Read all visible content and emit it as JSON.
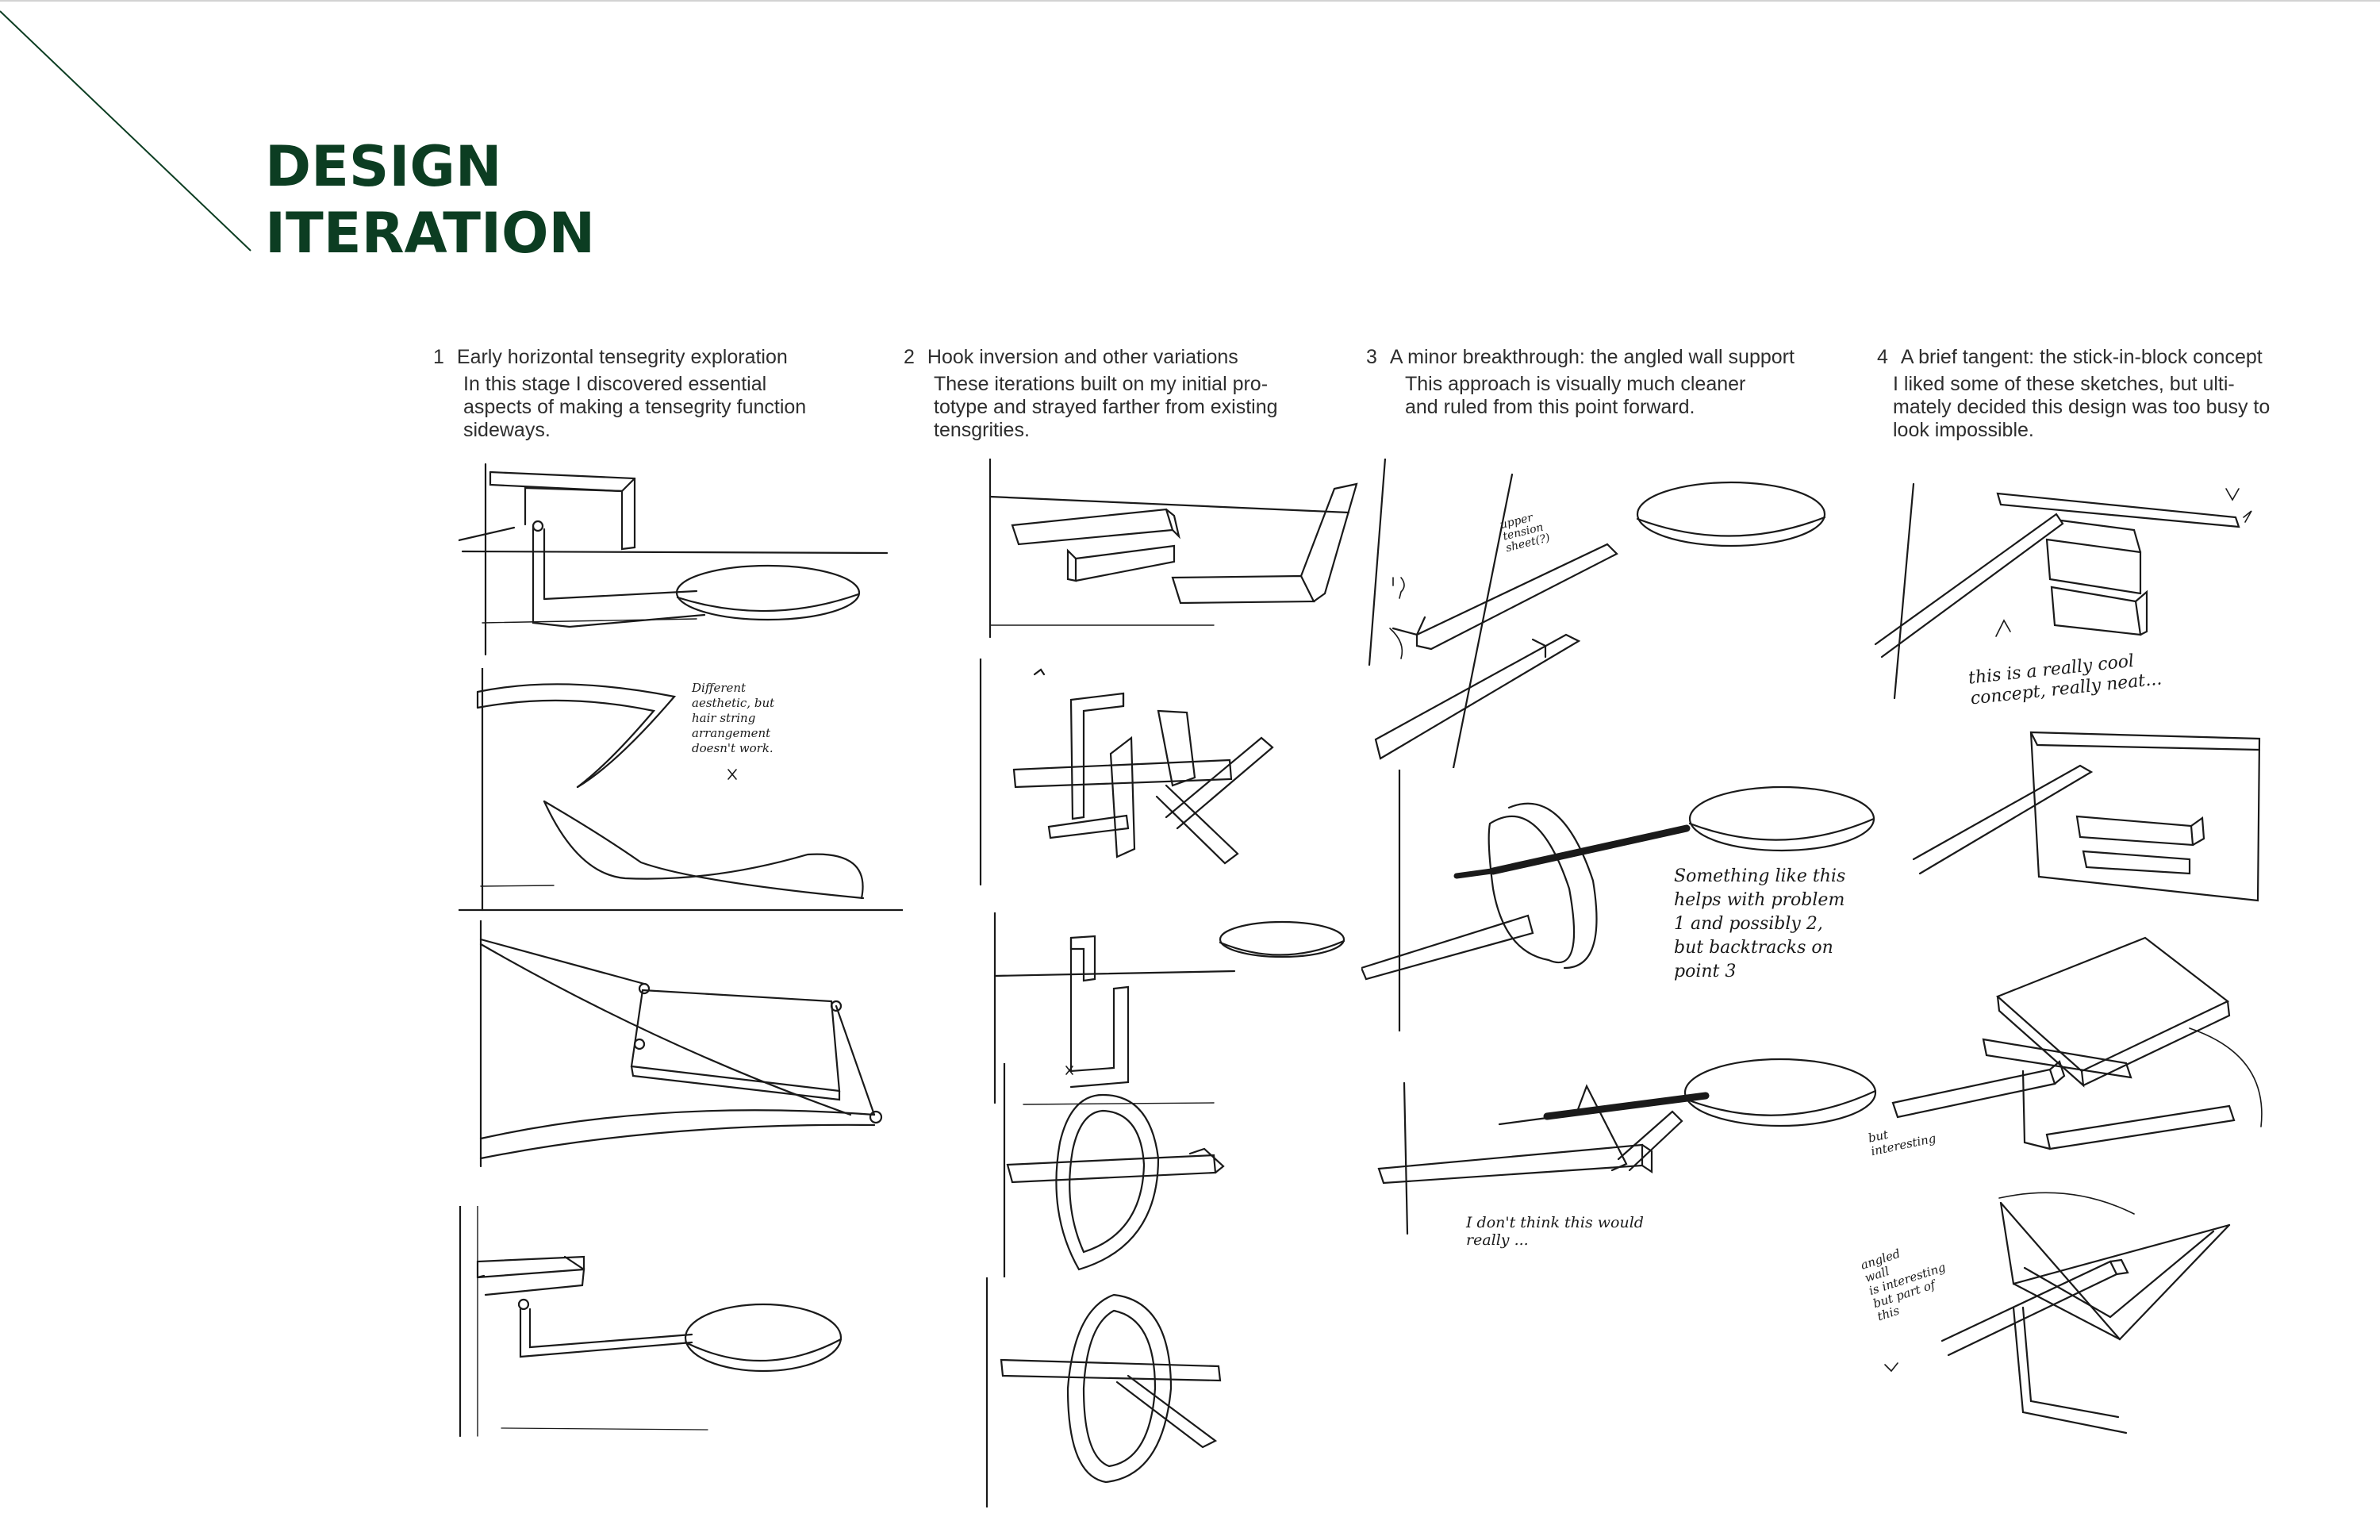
{
  "title": {
    "line1": "DESIGN",
    "line2": "ITERATION"
  },
  "columns": [
    {
      "number": "1",
      "heading": "Early horizontal tensegrity exploration",
      "lines": [
        "In this stage I discovered essential",
        "aspects of making a tensegrity function",
        "sideways."
      ]
    },
    {
      "number": "2",
      "heading": "Hook inversion and other variations",
      "lines": [
        "These iterations built on my initial pro-",
        "totype and strayed farther from existing",
        "tensgrities."
      ]
    },
    {
      "number": "3",
      "heading": "A minor breakthrough: the angled wall support",
      "lines": [
        "This approach is visually much cleaner",
        "and ruled from this point forward."
      ]
    },
    {
      "number": "4",
      "heading": "A brief tangent: the stick-in-block concept",
      "lines": [
        "I liked some of these sketches, but ulti-",
        "mately decided this design was too busy to",
        "look impossible."
      ]
    }
  ],
  "notes": {
    "col1_a": [
      "Different",
      "aesthetic, but",
      "hair string",
      "arrangement",
      "doesn't work."
    ],
    "col3_a": [
      "upper",
      "tension",
      "sheet(?)"
    ],
    "col3_b": [
      "Something like this",
      "helps with problem",
      "1 and possibly 2,",
      "but backtracks on",
      "point 3"
    ],
    "col3_c": [
      "I don't think this would",
      "really ..."
    ],
    "col4_a": [
      "this is a really cool",
      "concept, really neat..."
    ],
    "col4_b": [
      "but",
      "interesting"
    ],
    "col4_c": [
      "angled",
      "wall",
      "is interesting",
      "but part of",
      "this"
    ]
  }
}
